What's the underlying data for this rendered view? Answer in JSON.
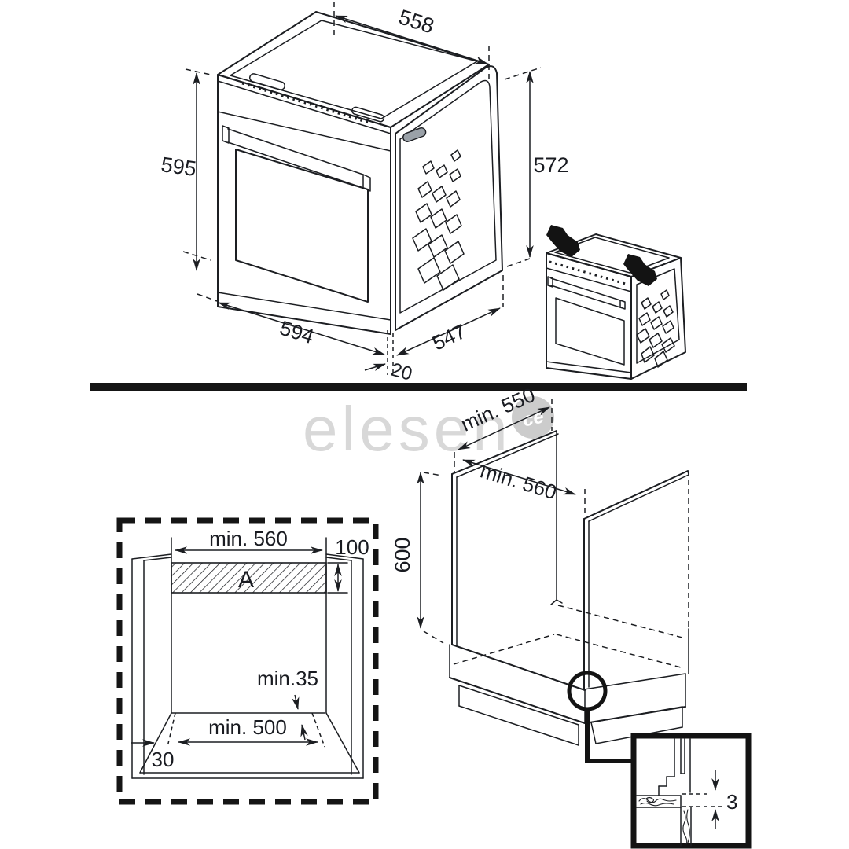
{
  "watermark": {
    "text": "elesen",
    "badge_text": "ce"
  },
  "colors": {
    "line": "#1c1e22",
    "dim_text": "#191b21",
    "divider": "#151515",
    "watermark": "#d8d8d8",
    "badge_circle": "#cccccc",
    "gray_pill": "#9aa1a8",
    "hand_fill": "#131313"
  },
  "top_section": {
    "oven_main": {
      "dims": {
        "top_width": "558",
        "front_height": "595",
        "side_height": "572",
        "front_width": "594",
        "side_depth": "547",
        "front_frame_depth": "20"
      }
    }
  },
  "bottom_section": {
    "niche_front": {
      "dims": {
        "niche_width": "min. 560",
        "vent_clearance": "100",
        "vent_area": "A",
        "rear_clearance": "min.35",
        "base_opening": "min. 500",
        "corner_chamfer": "30"
      }
    },
    "cabinet_iso": {
      "dims": {
        "niche_depth": "min. 550",
        "niche_width": "min. 560",
        "niche_height": "600",
        "bottom_gap": "3"
      }
    }
  }
}
